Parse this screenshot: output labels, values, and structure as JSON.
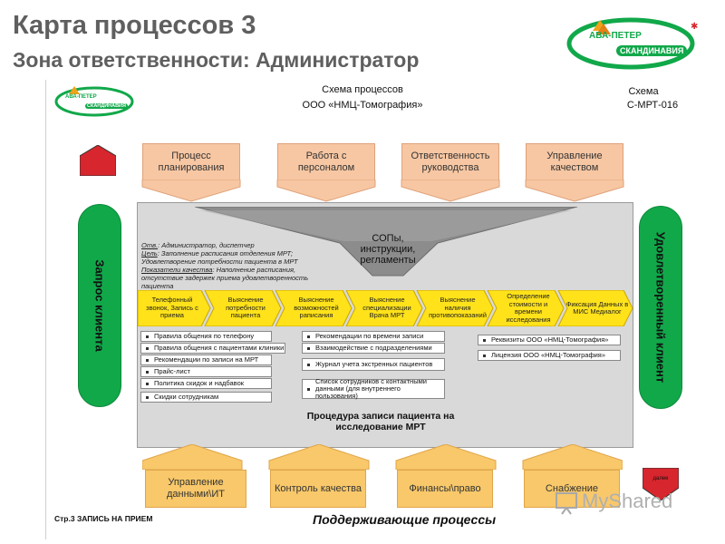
{
  "slide": {
    "title": "Карта процессов 3",
    "subtitle": "Зона ответственности: Администратор"
  },
  "logo": {
    "line1": "АВА-ПЕТЕР",
    "line2": "СКАНДИНАВИЯ"
  },
  "document": {
    "header_center_line1": "Схема процессов",
    "header_center_line2": "ООО «НМЦ-Томография»",
    "header_right_line1": "Схема",
    "header_right_line2": "С-МРТ-016",
    "red_box_top": "",
    "red_box_bottom": "далее"
  },
  "management_processes": [
    "Процесс планирования",
    "Работа с персоналом",
    "Ответственность руководства",
    "Управление качеством"
  ],
  "left_pill": "Запрос клиента",
  "right_pill": "Удовлетворенный клиент",
  "funnel_label": [
    "СОПы,",
    "инструкции,",
    "регламенты"
  ],
  "notes": {
    "owner_label": "Отв.",
    "owner_value": "Администратор, диспетчер",
    "goal_label": "Цель",
    "goal_value": "Заполнение расписания отделения МРТ; Удовлетворение потребности пациента в МРТ",
    "kpi_label": "Показатели качества",
    "kpi_value": "Наполнение расписания, отсутствие задержек приема удовлетворенность пациента"
  },
  "process_steps": [
    "Телефонный звонок, Запись с приема",
    "Выяснение потребности пациента",
    "Выяснение возможностей рaписания",
    "Выяснение специализации Врача МРТ",
    "Выяснение наличия противопоказаний",
    "Определение стоимости и времени исследования",
    "Фиксация Данных в МИС Медиалог"
  ],
  "docs_col1": [
    "Правила общения по телефону",
    "Правила общения с пациентами клиники",
    "Рекомендации по записи на МРТ",
    "Прайс-лист",
    "Политика скидок и надбавок",
    "Скидки сотрудникам"
  ],
  "docs_col2": [
    "Рекомендации по времени записи",
    "Взаимодействие с подразделениями",
    "Журнал учета экстренных пациентов",
    "Список сотрудников с контактными данными (для внутреннего пользования)"
  ],
  "docs_col3": [
    "Реквизиты ООО «НМЦ-Томография»",
    "Лицензия ООО «НМЦ-Томография»"
  ],
  "procedure_title": "Процедура записи пациента на исследование МРТ",
  "support_processes": [
    "Управление данными\\ИТ",
    "Контроль качества",
    "Финансы\\право",
    "Снабжение"
  ],
  "support_label": "Поддерживающие процессы",
  "footer": "Стр.3 ЗАПИСЬ НА ПРИЕМ",
  "watermark": "MyShared",
  "colors": {
    "title_gray": "#5f5f5f",
    "pill_green": "#11a84a",
    "top_box": "#f7c7a3",
    "bottom_box": "#f8c86a",
    "step_yellow": "#ffe21a",
    "funnel_gray": "#8c8c8c",
    "red_box": "#d7262d"
  }
}
